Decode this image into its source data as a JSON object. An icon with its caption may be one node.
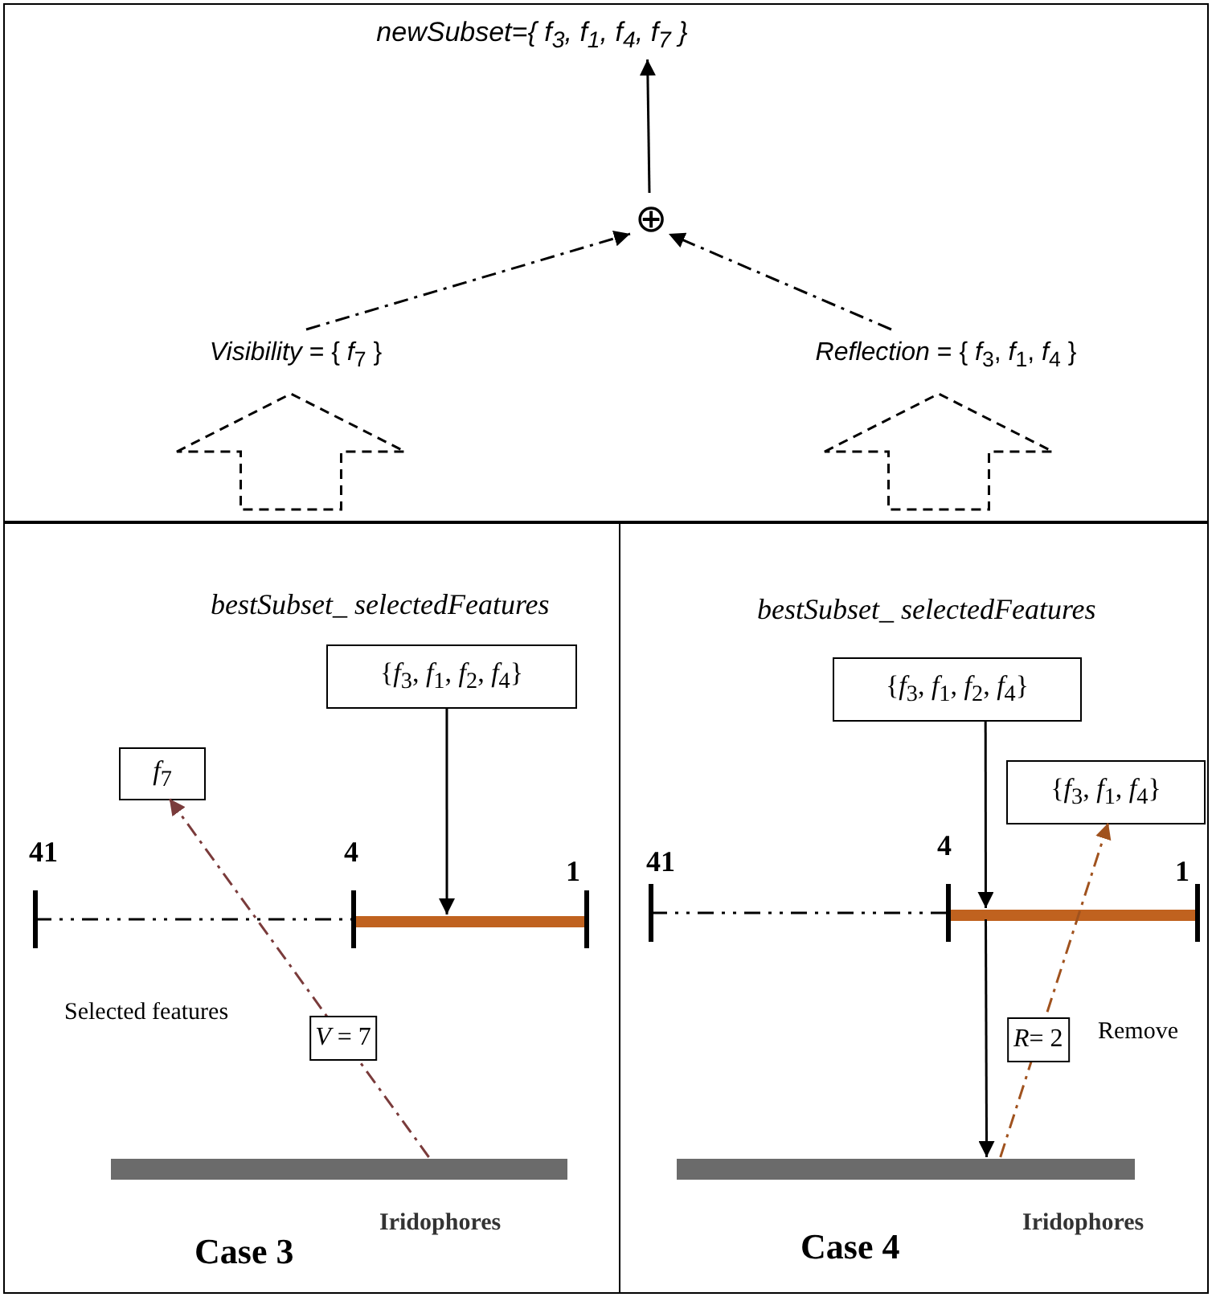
{
  "diagram": {
    "nodes": [
      {
        "text": [],
        "shape": "box"
      },
      {
        "text": [
          "*newSubset*={ *f*$_{3}$, *f*$_{1}$, *f*$_{4}$, *f*$_{7}$ }"
        ],
        "in": 0
      },
      {
        "text": [
          "⊕"
        ],
        "in": 0
      },
      {
        "text": [
          "*Visibility* = { *f*$_{7}$ }"
        ],
        "in": 0
      },
      {
        "text": [
          "*Reflection* = { *f*$_{3}$, *f*$_{1}$, *f*$_{4}$ }"
        ],
        "in": 0
      },
      {
        "text": [
          "bestSubset_ selectedFeatures",
          "Case 3"
        ]
      },
      {
        "text": [
          "{*f*$_{3}$, *f*$_{1}$, *f*$_{2}$, *f*$_{4}$}"
        ],
        "in": 5
      },
      {
        "text": [
          "*f*$_{7}$"
        ],
        "in": 5
      },
      {
        "text": [],
        "shape": "bar",
        "in": 5
      },
      {
        "text": [],
        "shape": "bar",
        "in": 5,
        "beside": [
          "Iridophores"
        ]
      },
      {
        "text": [
          "bestSubset_ selectedFeatures",
          "Case 4"
        ]
      },
      {
        "text": [
          "{*f*$_{3}$, *f*$_{1}$, *f*$_{2}$, *f*$_{4}$}"
        ],
        "in": 10
      },
      {
        "text": [
          "{*f*$_{3}$, *f*$_{1}$, *f*$_{4}$}"
        ],
        "in": 10
      },
      {
        "text": [],
        "shape": "bar",
        "in": 10
      },
      {
        "text": [],
        "shape": "bar",
        "in": 10,
        "beside": [
          "Iridophores"
        ]
      }
    ],
    "edges": [
      {
        "from": 2,
        "to": 1,
        "arrow": "to"
      },
      {
        "from": 3,
        "to": 2,
        "arrow": "to",
        "style": "dashed"
      },
      {
        "from": 4,
        "to": 2,
        "arrow": "to",
        "style": "dashed"
      },
      {
        "from": 6,
        "to": 8,
        "arrow": "to"
      },
      {
        "from": 9,
        "to": 7,
        "arrow": "to",
        "style": "dashed",
        "color": "#7a3b3b",
        "label": "*V* = 7"
      },
      {
        "from": 11,
        "to": 13,
        "arrow": "to"
      },
      {
        "from": 13,
        "to": 14,
        "arrow": "to"
      },
      {
        "from": 14,
        "to": 12,
        "arrow": "to",
        "style": "dashed",
        "color": "#a0521e",
        "label": "*R*= 2"
      }
    ],
    "labels": [
      "41",
      "4",
      "1",
      "Selected features",
      "41",
      "4",
      "1",
      "Remove"
    ]
  }
}
